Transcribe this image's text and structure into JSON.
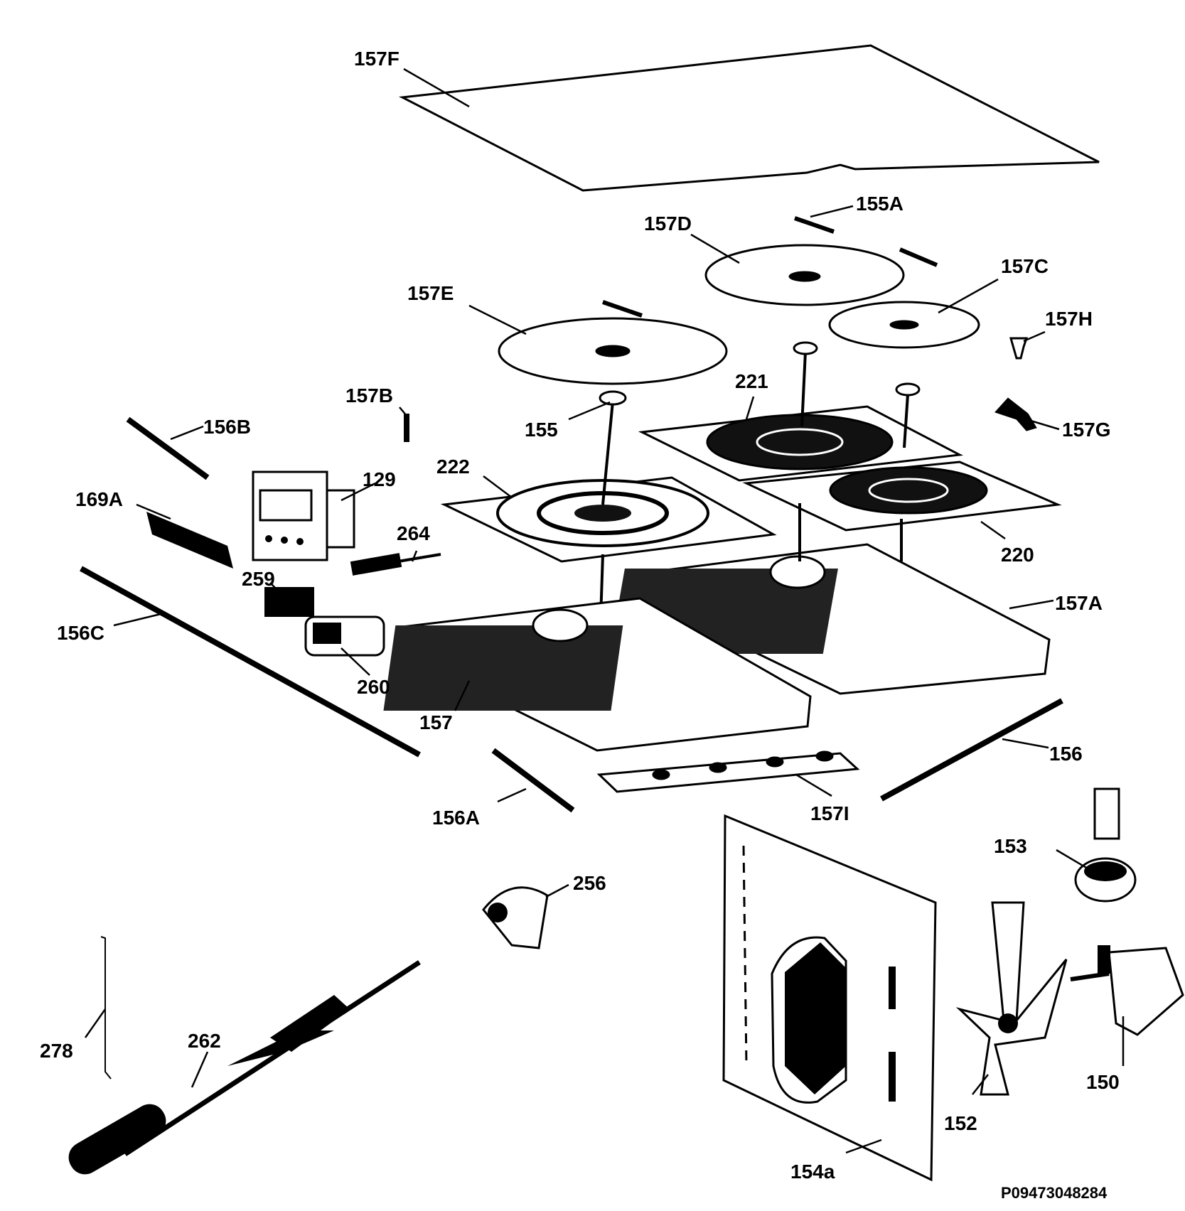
{
  "diagram": {
    "drawing_code": "P09473048284",
    "callouts": [
      {
        "id": "c157F",
        "text": "157F"
      },
      {
        "id": "c155A",
        "text": "155A"
      },
      {
        "id": "c157D",
        "text": "157D"
      },
      {
        "id": "c157C",
        "text": "157C"
      },
      {
        "id": "c157E",
        "text": "157E"
      },
      {
        "id": "c157H",
        "text": "157H"
      },
      {
        "id": "c221",
        "text": "221"
      },
      {
        "id": "c157B",
        "text": "157B"
      },
      {
        "id": "c156B",
        "text": "156B"
      },
      {
        "id": "c155",
        "text": "155"
      },
      {
        "id": "c157G",
        "text": "157G"
      },
      {
        "id": "c222",
        "text": "222"
      },
      {
        "id": "c129",
        "text": "129"
      },
      {
        "id": "c169A",
        "text": "169A"
      },
      {
        "id": "c264",
        "text": "264"
      },
      {
        "id": "c220",
        "text": "220"
      },
      {
        "id": "c259",
        "text": "259"
      },
      {
        "id": "c157A",
        "text": "157A"
      },
      {
        "id": "c156C",
        "text": "156C"
      },
      {
        "id": "c260",
        "text": "260"
      },
      {
        "id": "c157",
        "text": "157"
      },
      {
        "id": "c156",
        "text": "156"
      },
      {
        "id": "c156A",
        "text": "156A"
      },
      {
        "id": "c157I",
        "text": "157I"
      },
      {
        "id": "c153",
        "text": "153"
      },
      {
        "id": "c256",
        "text": "256"
      },
      {
        "id": "c278",
        "text": "278"
      },
      {
        "id": "c262",
        "text": "262"
      },
      {
        "id": "c150",
        "text": "150"
      },
      {
        "id": "c152",
        "text": "152"
      },
      {
        "id": "c154a",
        "text": "154a"
      }
    ]
  }
}
